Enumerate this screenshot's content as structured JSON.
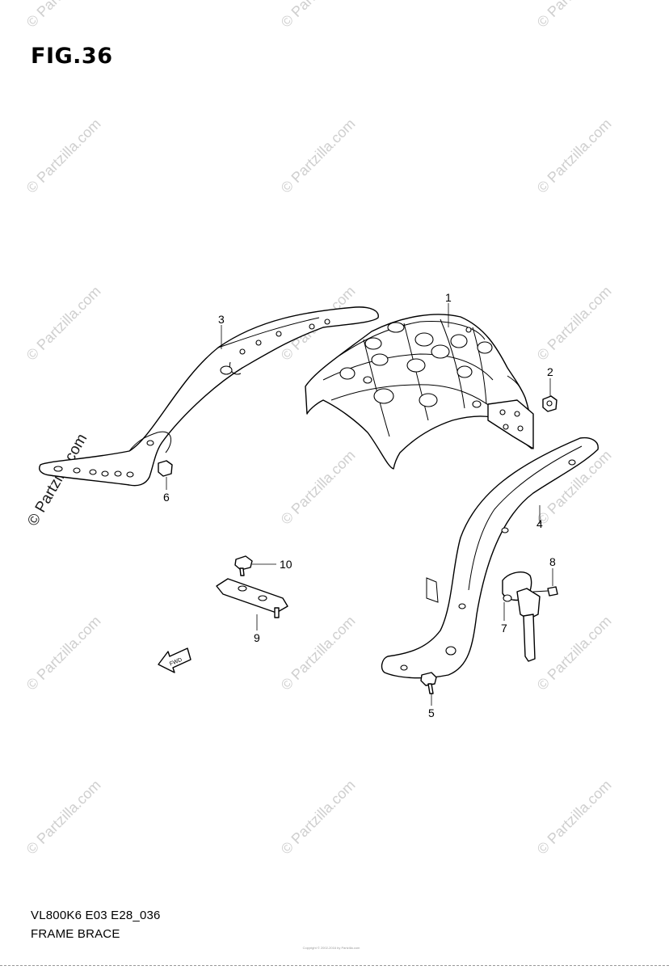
{
  "figure": {
    "title": "FIG.36",
    "code": "VL800K6 E03 E28_036",
    "name": "FRAME BRACE",
    "copyright": "Copyright © 2002-2016 by Partzilla.com"
  },
  "watermark": {
    "text": "© Partzilla.com"
  },
  "callouts": {
    "c1": "1",
    "c2": "2",
    "c3": "3",
    "c4": "4",
    "c5": "5",
    "c6": "6",
    "c7": "7",
    "c8": "8",
    "c9": "9",
    "c10": "10"
  },
  "fwd_label": "FWD"
}
